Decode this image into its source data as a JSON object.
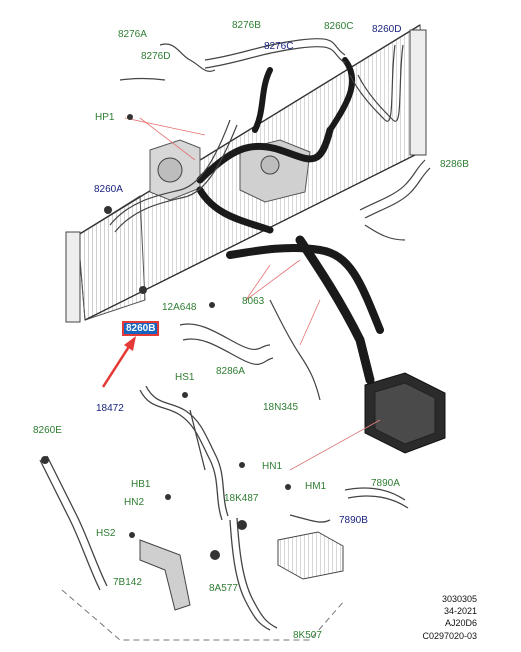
{
  "diagram": {
    "labels": {
      "l8276A": "8276A",
      "l8276B": "8276B",
      "l8260C": "8260C",
      "l8260D": "8260D",
      "l8276C": "8276C",
      "l8276D": "8276D",
      "lHP1": "HP1",
      "l8286B": "8286B",
      "l8260A": "8260A",
      "l8063": "8063",
      "l12A648": "12A648",
      "l8260B": "8260B",
      "l8286A": "8286A",
      "lHS1": "HS1",
      "l18472": "18472",
      "l18N345": "18N345",
      "l8260E": "8260E",
      "lHN1": "HN1",
      "lHB1": "HB1",
      "lHM1": "HM1",
      "l7890A": "7890A",
      "l18K487": "18K487",
      "lHN2": "HN2",
      "l7890B": "7890B",
      "lHS2": "HS2",
      "l7B142": "7B142",
      "l8A577": "8A577",
      "l8K507": "8K507"
    },
    "footer": {
      "line1": "3030305",
      "line2": "34-2021",
      "line3": "AJ20D6",
      "line4": "C0297020-03"
    }
  }
}
